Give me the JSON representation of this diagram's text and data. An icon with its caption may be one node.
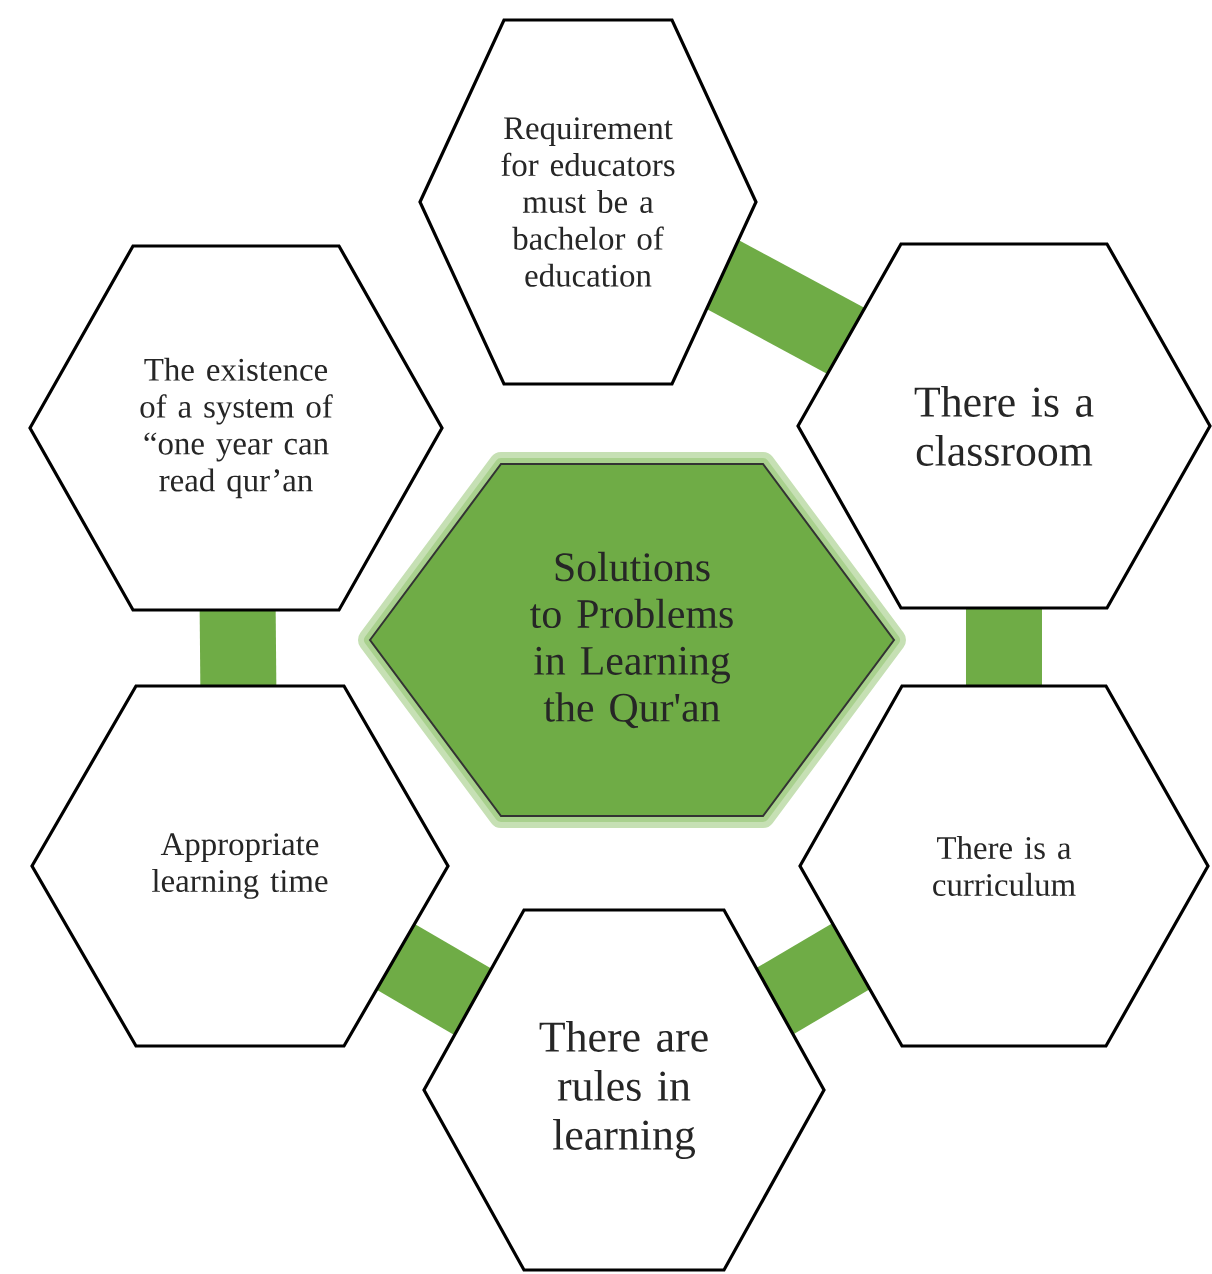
{
  "diagram": {
    "nodes": [
      {
        "text": [
          "Solutions to Problems in Learning the Qur'an"
        ]
      },
      {
        "text": [
          "Requirement for educators must be a bachelor of education"
        ]
      },
      {
        "text": [
          "There is a classroom"
        ]
      },
      {
        "text": [
          "There is a curriculum"
        ]
      },
      {
        "text": [
          "There are rules in learning"
        ]
      },
      {
        "text": [
          "Appropriate learning time"
        ]
      },
      {
        "text": [
          "The existence of a system of “one year can read qur’an"
        ]
      }
    ]
  }
}
